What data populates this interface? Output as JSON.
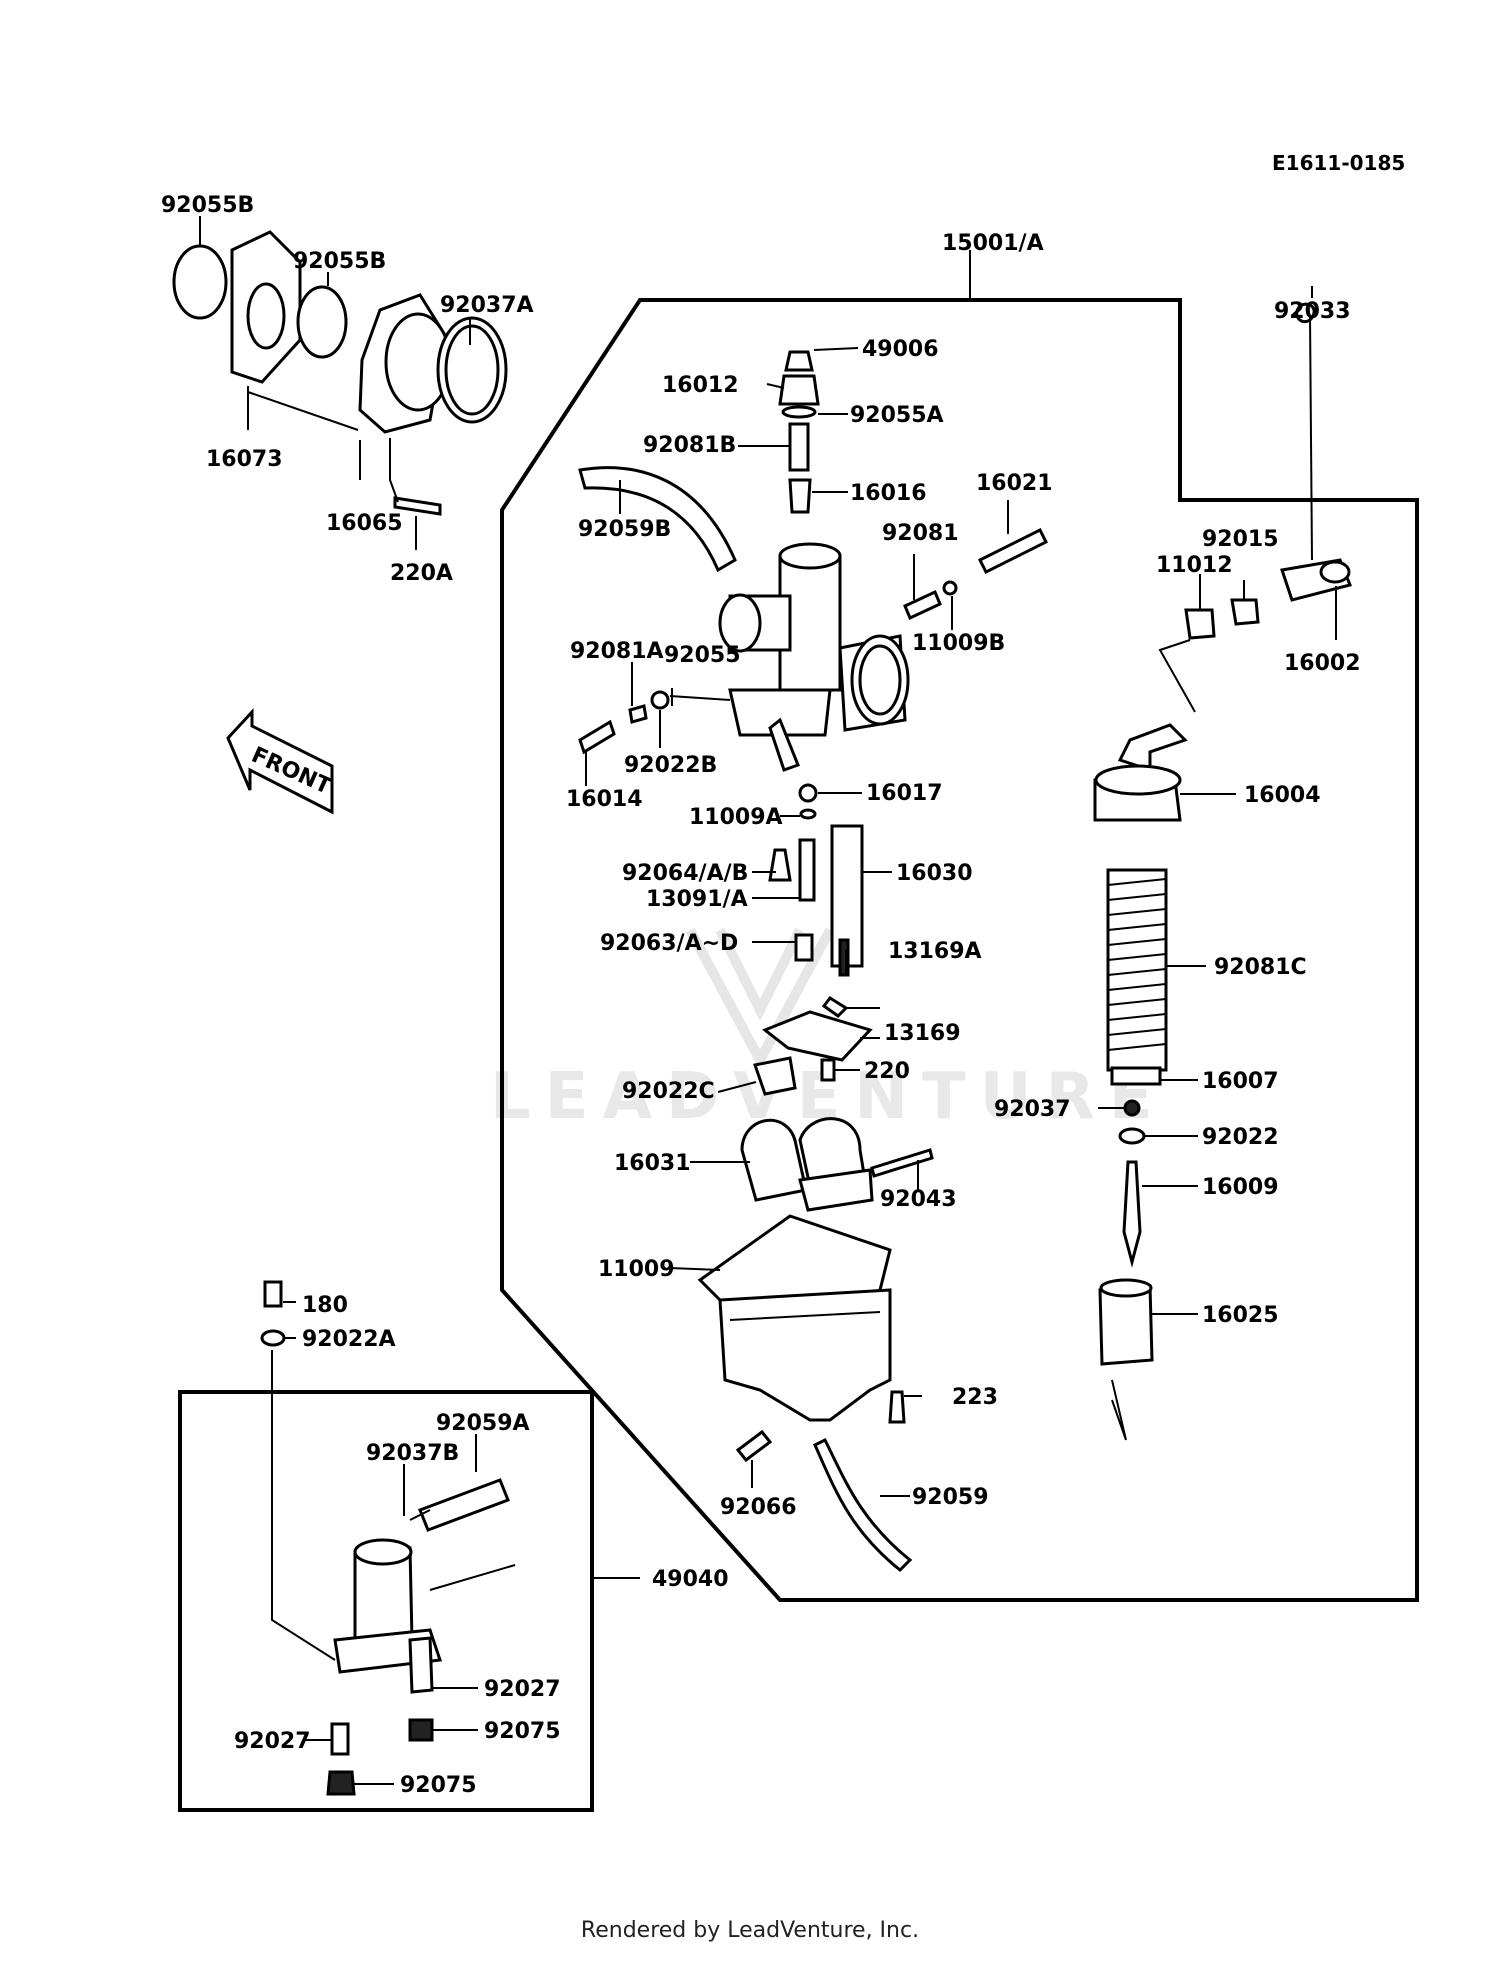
{
  "diagram_code": "E1611-0185",
  "front_label": "FRONT",
  "watermark": "LEADVENTURE",
  "credit": "Rendered by LeadVenture, Inc.",
  "callouts": {
    "c92055B_1": "92055B",
    "c92055B_2": "92055B",
    "c92037A": "92037A",
    "c16073": "16073",
    "c16065": "16065",
    "c220A": "220A",
    "c15001A": "15001/A",
    "c49006": "49006",
    "c16012": "16012",
    "c92055A": "92055A",
    "c92081B": "92081B",
    "c16016": "16016",
    "c92059B": "92059B",
    "c16021": "16021",
    "c92081": "92081",
    "c11009B": "11009B",
    "c92081A": "92081A",
    "c92055": "92055",
    "c92022B": "92022B",
    "c16014": "16014",
    "c16017": "16017",
    "c11009A": "11009A",
    "c92064AB": "92064/A/B",
    "c16030": "16030",
    "c13091A": "13091/A",
    "c92063AD": "92063/A~D",
    "c13169A": "13169A",
    "c13169": "13169",
    "c220": "220",
    "c92022C": "92022C",
    "c16031": "16031",
    "c92043": "92043",
    "c11009": "11009",
    "c223": "223",
    "c92066": "92066",
    "c92059": "92059",
    "c92033": "92033",
    "c92015": "92015",
    "c11012": "11012",
    "c16002": "16002",
    "c16004": "16004",
    "c92081C": "92081C",
    "c16007": "16007",
    "c92037": "92037",
    "c92022": "92022",
    "c16009": "16009",
    "c16025": "16025",
    "c180": "180",
    "c92022A": "92022A",
    "c92059A": "92059A",
    "c92037B": "92037B",
    "c49040": "49040",
    "c92027_1": "92027",
    "c92075_1": "92075",
    "c92027_2": "92027",
    "c92075_2": "92075"
  }
}
